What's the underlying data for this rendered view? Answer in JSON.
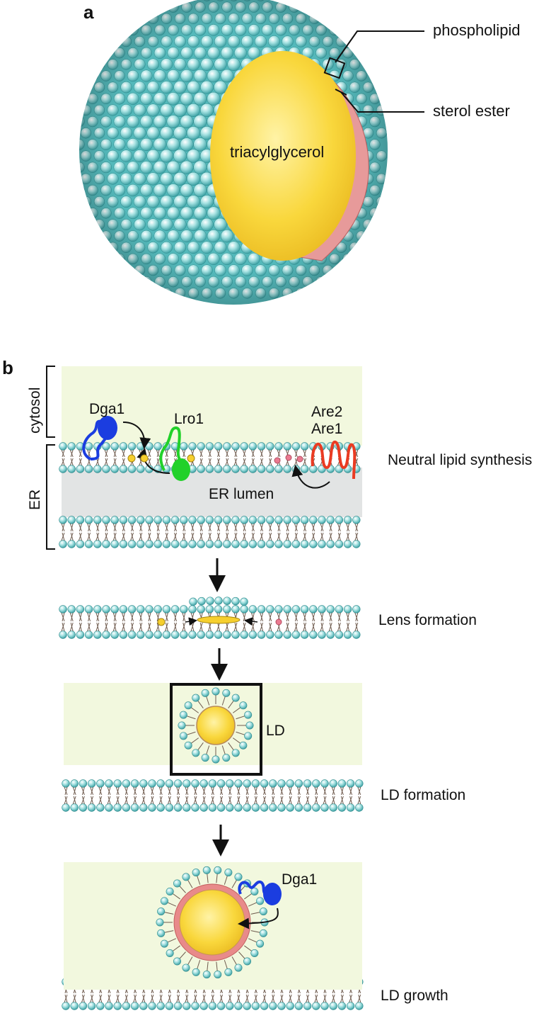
{
  "panel_a": {
    "letter": "a",
    "labels": {
      "phospholipid": "phospholipid",
      "sterol_ester": "sterol ester",
      "triacylglycerol": "triacylglycerol"
    }
  },
  "panel_b": {
    "letter": "b",
    "compartments": {
      "cytosol": "cytosol",
      "er": "ER",
      "er_lumen": "ER lumen"
    },
    "enzymes": {
      "dga1": "Dga1",
      "lro1": "Lro1",
      "are2": "Are2",
      "are1": "Are1"
    },
    "stages": {
      "synthesis": "Neutral lipid synthesis",
      "lens": "Lens formation",
      "ld_formation": "LD formation",
      "ld_growth": "LD growth"
    },
    "ld_label": "LD",
    "dga1_growth": "Dga1"
  },
  "colors": {
    "bead": "#7fd3d3",
    "bead_dark": "#3aa0a3",
    "cytosol_bg": "#f2f8de",
    "lumen_bg": "#e2e4e4",
    "tag_core": "#f6cf2e",
    "sterol_layer": "#e28a8a",
    "dga1": "#1b3de0",
    "lro1": "#22d12a",
    "are": "#ea3b22"
  }
}
